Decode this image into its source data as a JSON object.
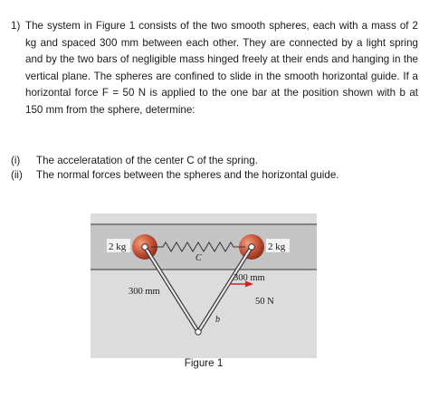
{
  "problem": {
    "number": "1)",
    "text": "The system in Figure 1 consists of the two smooth spheres, each with a mass of 2 kg and spaced 300 mm between each other. They are connected by a light spring and by the two bars of negligible mass hinged freely at their ends and hanging in the vertical plane. The spheres are confined to slide in the smooth horizontal guide. If a horizontal force F = 50 N is applied to the one bar at the position shown with b at 150 mm from the sphere, determine:"
  },
  "questions": [
    {
      "label": "(i)",
      "text": "The acceleratation of the center C of the spring."
    },
    {
      "label": "(ii)",
      "text": "The normal forces between the spheres and the horizontal guide."
    }
  ],
  "figure": {
    "mass_left": "2 kg",
    "mass_right": "2 kg",
    "spring_center": "C",
    "bar_left_length": "300 mm",
    "bar_right_length": "300 mm",
    "force": "50 N",
    "point_b": "b",
    "caption": "Figure 1",
    "colors": {
      "background": "#dcdcdc",
      "guide": "#c4c4c4",
      "sphere": "#c9553a",
      "arrow": "#d42020",
      "bar_line": "#6a7fb0"
    }
  }
}
